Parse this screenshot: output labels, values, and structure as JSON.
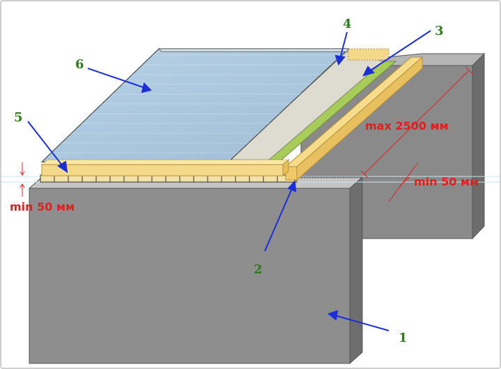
{
  "colors": {
    "concrete_front": "#8e8e8e",
    "concrete_top": "#c8c8c8",
    "concrete_side": "#6e6e6e",
    "beam": "#f5d98a",
    "beam_edge": "#c9a64a",
    "glass": "#a9c6dd",
    "insulation": "#dcdcd2",
    "green_strip": "#a8cc5a",
    "arrow": "#1c2fd6",
    "label": "#2e7d1c",
    "dimension": "#e02020"
  },
  "labels": {
    "l1": "1",
    "l2": "2",
    "l3": "3",
    "l4": "4",
    "l5": "5",
    "l6": "6"
  },
  "dimensions": {
    "span": "max 2500 мм",
    "support_right": "min 50 мм",
    "support_left": "min 50 мм"
  }
}
